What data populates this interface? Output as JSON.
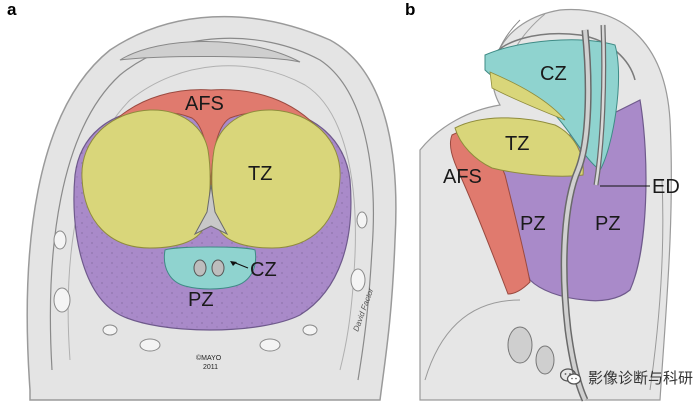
{
  "panels": [
    {
      "letter": "a",
      "labels": {
        "afs": "AFS",
        "tz": "TZ",
        "cz": "CZ",
        "pz": "PZ"
      },
      "credit_line1": "©MAYO",
      "credit_line2": "2011",
      "signature": "David Factor"
    },
    {
      "letter": "b",
      "labels": {
        "cz": "CZ",
        "tz": "TZ",
        "afs": "AFS",
        "pz_left": "PZ",
        "pz_right": "PZ",
        "ed": "ED"
      }
    }
  ],
  "watermark": {
    "text": "影像诊断与科研",
    "icon": "wechat-icon"
  },
  "colors": {
    "afs": "#e07a6e",
    "tz": "#d9d67a",
    "cz": "#8fd3cf",
    "pz": "#a98ac9",
    "tissue": "#d8d8d8"
  }
}
